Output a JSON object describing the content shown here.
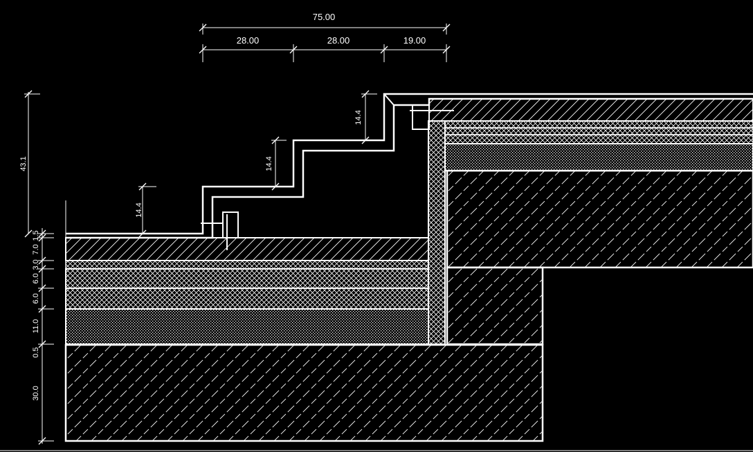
{
  "colors": {
    "background": "#000000",
    "line": "#ffffff"
  },
  "dimensions": {
    "top": {
      "total": "75.00",
      "segments": [
        "28.00",
        "28.00",
        "19.00"
      ]
    },
    "riser_heights": [
      "14.4",
      "14.4",
      "14.4"
    ],
    "overall_height": "43.1",
    "layers_left": [
      "1.5",
      "7.0",
      "3.0",
      "6.0",
      "6.0",
      "11.0",
      "0.5",
      "30.0"
    ]
  }
}
